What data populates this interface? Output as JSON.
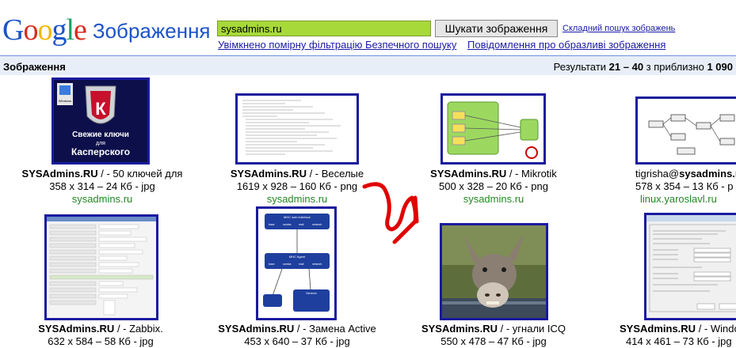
{
  "header": {
    "logo_google": [
      "G",
      "o",
      "o",
      "g",
      "l",
      "e"
    ],
    "logo_colors": [
      "#1a54c8",
      "#d62d20",
      "#f2b600",
      "#1a54c8",
      "#1aa260",
      "#d62d20"
    ],
    "logo_sub": "Зображення",
    "search_value": "sysadmins.ru",
    "search_button": "Шукати зображення",
    "advanced_link": "Складний пошук зображень",
    "safesearch_link": "Увімкнено помірну фільтрацію Безпечного пошуку",
    "report_link": "Повідомлення про образливі зображення"
  },
  "results_bar": {
    "title": "Зображення",
    "results_prefix": "Результати ",
    "range": "21 – 40",
    "about": " з приблизно ",
    "total": "1 090"
  },
  "results": [
    {
      "title_bold": "SYSAdmins.RU",
      "title_rest": " / - 50 ключей для",
      "meta": "358 x 314 – 24 Кб - jpg",
      "source": "sysadmins.ru",
      "thumb": "kaspersky-keys"
    },
    {
      "title_bold": "SYSAdmins.RU",
      "title_rest": " / - Веселые",
      "meta": "1619 x 928 – 160 Кб - png",
      "source": "sysadmins.ru",
      "thumb": "text-screenshot"
    },
    {
      "title_bold": "SYSAdmins.RU",
      "title_rest": " / - Mikrotik",
      "meta": "500 x 328 – 20 Кб - png",
      "source": "sysadmins.ru",
      "thumb": "network-diagram"
    },
    {
      "title_pre": "tigrisha@",
      "title_bold": "sysadmins.r",
      "title_rest": "",
      "meta": "578 x 354 – 13 Кб - p",
      "source": "linux.yaroslavl.ru",
      "thumb": "flow-diagram"
    },
    {
      "title_bold": "SYSAdmins.RU",
      "title_rest": " / - Zabbix.",
      "meta": "632 x 584 – 58 Кб - jpg",
      "source": "",
      "thumb": "form-screenshot"
    },
    {
      "title_bold": "SYSAdmins.RU",
      "title_rest": " / - Замена Active",
      "meta": "453 x 640 – 37 Кб - jpg",
      "source": "",
      "thumb": "architecture-diagram"
    },
    {
      "title_bold": "SYSAdmins.RU",
      "title_rest": " / - угнали ICQ",
      "meta": "550 x 478 – 47 Кб - jpg",
      "source": "",
      "thumb": "donkey-photo"
    },
    {
      "title_bold": "SYSAdmins.RU",
      "title_rest": " / - Windo",
      "meta": "414 x 461 – 73 Кб - jpg",
      "source": "",
      "thumb": "windows-dialog"
    }
  ],
  "thumb_text": {
    "kaspersky_line1": "Свежие ключи",
    "kaspersky_line2": "для",
    "kaspersky_line3": "Касперского",
    "windows_label": "Windows",
    "mhc_title1": "MHC web interface",
    "mhc_title2": "MHC Agent",
    "mhc_bottom": "Services",
    "mhc_nodes": [
      "base",
      "samba",
      "mail",
      "network"
    ]
  },
  "colors": {
    "link": "#1a1aa6",
    "source": "#228822",
    "thumb_border": "#1a1a9e",
    "bar_bg": "#e8eef8",
    "search_bg": "#a7d93a",
    "arrow": "#e00000"
  }
}
